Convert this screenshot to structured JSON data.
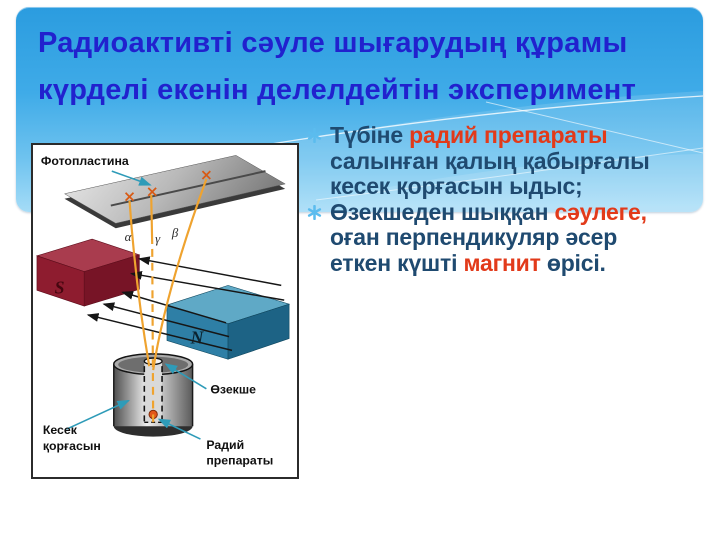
{
  "slide": {
    "title_line1": "Радиоактивті сәуле шығарудың құрамы",
    "title_line2": "күрделі екенін делелдейтін эксперимент",
    "title_color": "#2121CE",
    "banner_top_color": "#2B9CDF",
    "banner_bottom_color": "#A5DCF7"
  },
  "bullets": {
    "icon": "asterisk-star-icon",
    "icon_color": "#5BBCEE",
    "text_color": "#1F4A70",
    "highlight_color": "#E23A1A",
    "items": [
      {
        "lines": [
          [
            {
              "t": "Түбіне ",
              "hl": false
            },
            {
              "t": "радий препараты",
              "hl": true
            }
          ],
          [
            {
              "t": "салынған қалың қабырғалы",
              "hl": false
            }
          ],
          [
            {
              "t": "кесек қорғасын ыдыс;",
              "hl": false
            }
          ]
        ]
      },
      {
        "lines": [
          [
            {
              "t": "Өзекшеден шыққан ",
              "hl": false
            },
            {
              "t": "сәулеге,",
              "hl": true
            }
          ],
          [
            {
              "t": "оған перпендикуляр әсер",
              "hl": false
            }
          ],
          [
            {
              "t": "еткен күшті ",
              "hl": false
            },
            {
              "t": "магнит",
              "hl": true
            },
            {
              "t": " өрісі.",
              "hl": false
            }
          ]
        ]
      }
    ]
  },
  "diagram": {
    "labels": {
      "photo_plate": "Фотопластина",
      "alpha": "α",
      "gamma": "γ",
      "beta": "β",
      "south_pole": "S",
      "north_pole": "N",
      "channel": "Өзекше",
      "lead_block_line1": "Кесек",
      "lead_block_line2": "қорғасын",
      "radium_line1": "Радий",
      "radium_line2": "препараты"
    },
    "colors": {
      "ray_orange": "#EFA32F",
      "hit_mark": "#D85A14",
      "magnet_s_front": "#8E1C2F",
      "magnet_n_front": "#2E7FA6",
      "callout_arrow": "#2E9BB8",
      "radium_dot": "#E2571A"
    }
  }
}
